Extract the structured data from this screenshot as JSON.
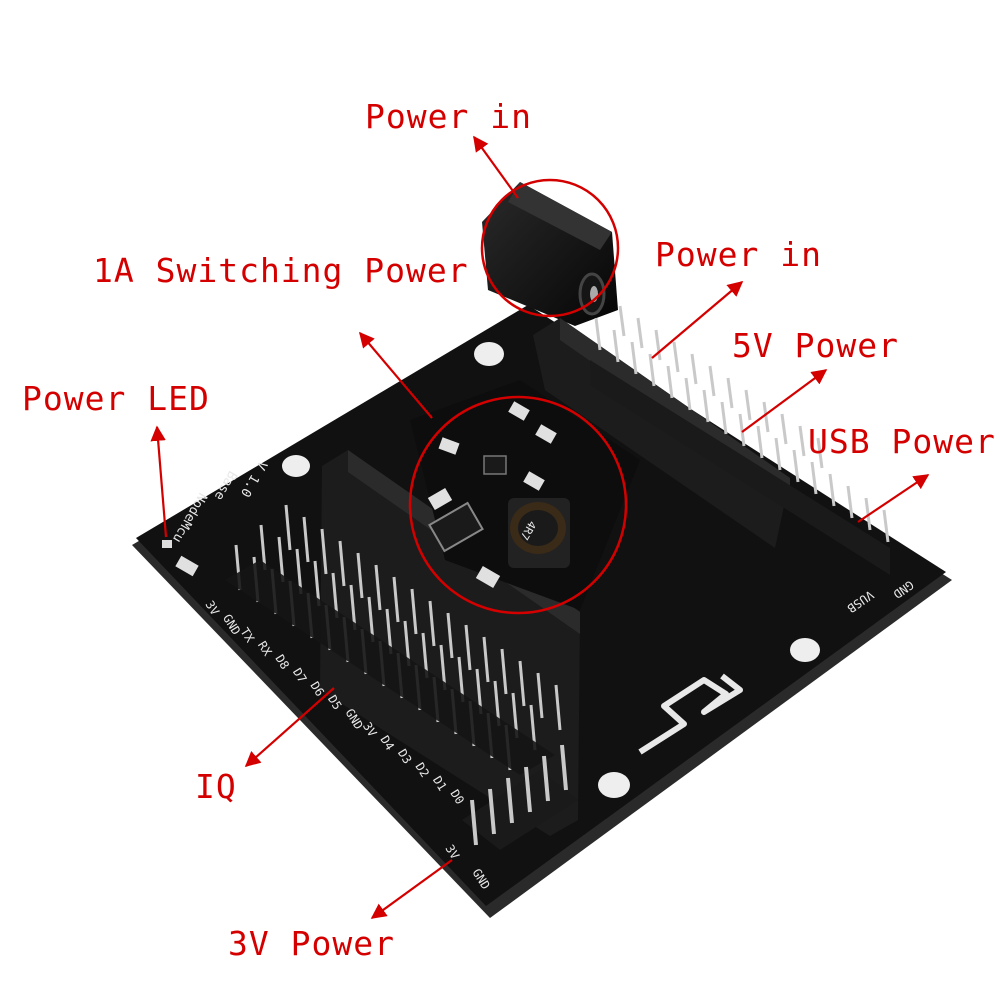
{
  "colors": {
    "annotation": "#d40000",
    "board": "#111111",
    "silkscreen": "#e8e8e8",
    "pin": "#c9c9c9",
    "header": "#1c1c1c"
  },
  "annotations": {
    "power_in_top": "Power in",
    "switching_power": "1A Switching Power",
    "power_in_right": "Power in",
    "five_v_power": "5V Power",
    "power_led": "Power LED",
    "usb_power": "USB Power",
    "io": "IQ",
    "three_v_power": "3V Power"
  },
  "silkscreen": {
    "board_name": "NodeMcu",
    "base_label": "Base",
    "version": "V 1.0",
    "inductor_marking": "4R7",
    "pin_labels": [
      "3V",
      "GND",
      "TX",
      "RX",
      "D8",
      "D7",
      "D6",
      "D5",
      "GND",
      "3V",
      "D4",
      "D3",
      "D2",
      "D1",
      "D0"
    ],
    "bottom_header_3v": "3V",
    "bottom_header_gnd": "GND",
    "vusb_label": "VUSB",
    "gnd_label": "GND"
  }
}
